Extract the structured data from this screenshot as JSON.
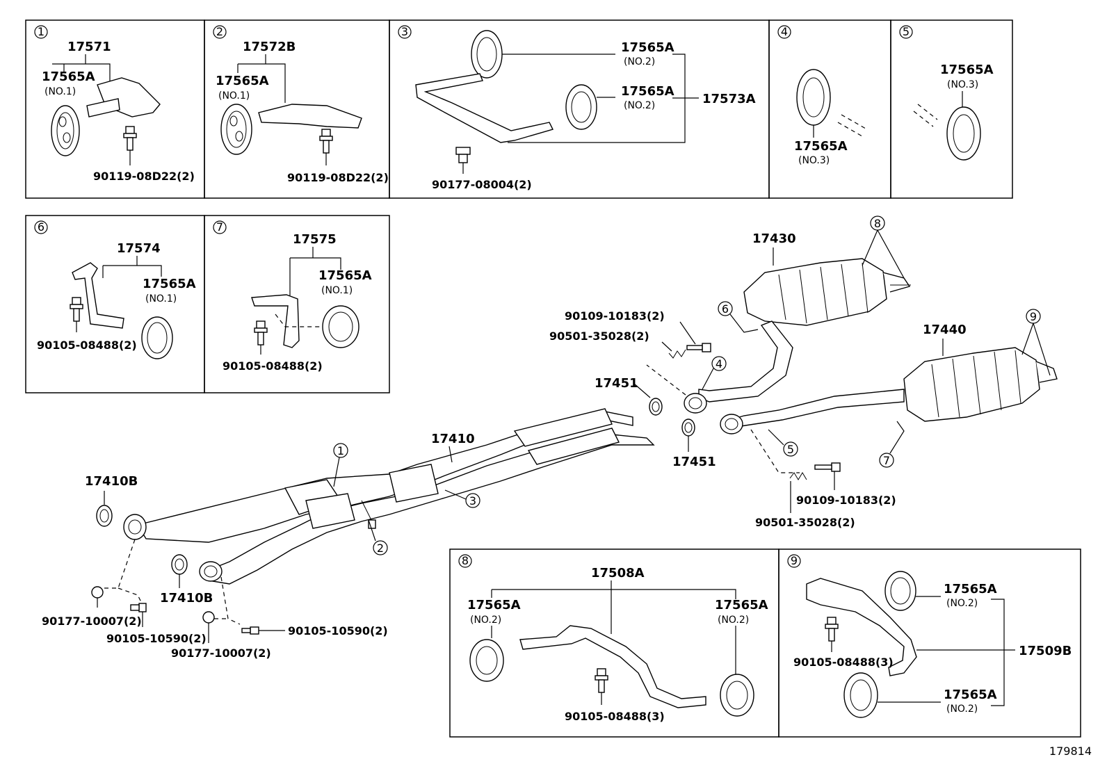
{
  "panels": [
    {
      "index": "1",
      "main_part": "17571",
      "rubber": "17565A",
      "rubber_note": "(NO.1)",
      "bolt": "90119-08D22(2)"
    },
    {
      "index": "2",
      "main_part": "17572B",
      "rubber": "17565A",
      "rubber_note": "(NO.1)",
      "bolt": "90119-08D22(2)"
    },
    {
      "index": "3",
      "rubber_a": "17565A",
      "rubber_a_note": "(NO.2)",
      "rubber_b": "17565A",
      "rubber_b_note": "(NO.2)",
      "assembly": "17573A",
      "nut": "90177-08004(2)"
    },
    {
      "index": "4",
      "rubber": "17565A",
      "rubber_note": "(NO.3)"
    },
    {
      "index": "5",
      "rubber": "17565A",
      "rubber_note": "(NO.3)"
    },
    {
      "index": "6",
      "main_part": "17574",
      "rubber": "17565A",
      "rubber_note": "(NO.1)",
      "bolt": "90105-08488(2)"
    },
    {
      "index": "7",
      "main_part": "17575",
      "rubber": "17565A",
      "rubber_note": "(NO.1)",
      "bolt": "90105-08488(2)"
    },
    {
      "index": "8",
      "main_part": "17508A",
      "rubber_left": "17565A",
      "rubber_left_note": "(NO.2)",
      "rubber_right": "17565A",
      "rubber_right_note": "(NO.2)",
      "bolt": "90105-08488(3)"
    },
    {
      "index": "9",
      "rubber_top": "17565A",
      "rubber_top_note": "(NO.2)",
      "assembly": "17509B",
      "rubber_bottom": "17565A",
      "rubber_bottom_note": "(NO.2)",
      "bolt": "90105-08488(3)"
    }
  ],
  "main": {
    "front_pipe": "17410",
    "gasket_front_left": "17410B",
    "gasket_front_right": "17410B",
    "gasket_center_top": "17451",
    "gasket_center_bottom": "17451",
    "muffler_upper": "17430",
    "muffler_lower": "17440",
    "bolt_upper": "90109-10183(2)",
    "spring_upper": "90501-35028(2)",
    "bolt_lower": "90109-10183(2)",
    "spring_lower": "90501-35028(2)",
    "nut_front_left": "90177-10007(2)",
    "bolt_front_left": "90105-10590(2)",
    "nut_front_right": "90177-10007(2)",
    "bolt_front_right": "90105-10590(2)",
    "callouts": [
      "1",
      "2",
      "3",
      "4",
      "5",
      "6",
      "7",
      "8",
      "9"
    ]
  },
  "figure_id": "179814"
}
